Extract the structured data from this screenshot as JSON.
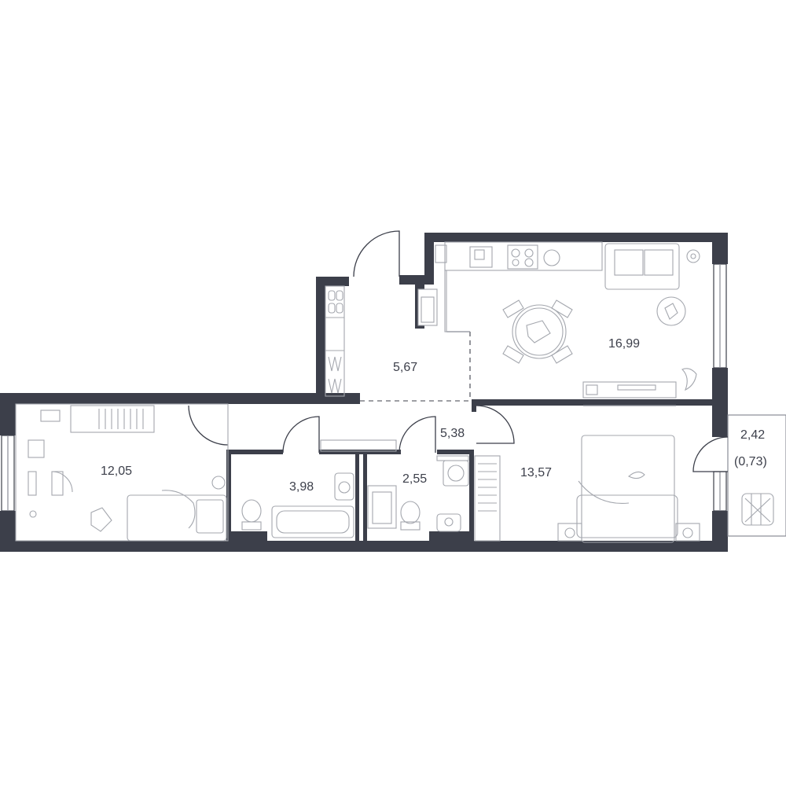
{
  "rooms": [
    {
      "id": "kitchen-living",
      "area": "16,99"
    },
    {
      "id": "hallway",
      "area": "5,67"
    },
    {
      "id": "corridor",
      "area": "5,38"
    },
    {
      "id": "bedroom-left",
      "area": "12,05"
    },
    {
      "id": "bathroom",
      "area": "3,98"
    },
    {
      "id": "toilet",
      "area": "2,55"
    },
    {
      "id": "bedroom-right",
      "area": "13,57"
    }
  ],
  "balcony": {
    "area": "2,42",
    "reduced_area": "(0,73)"
  },
  "colors": {
    "wall": "#3c3f4a",
    "furniture": "#a4a7ae",
    "background": "#ffffff"
  }
}
